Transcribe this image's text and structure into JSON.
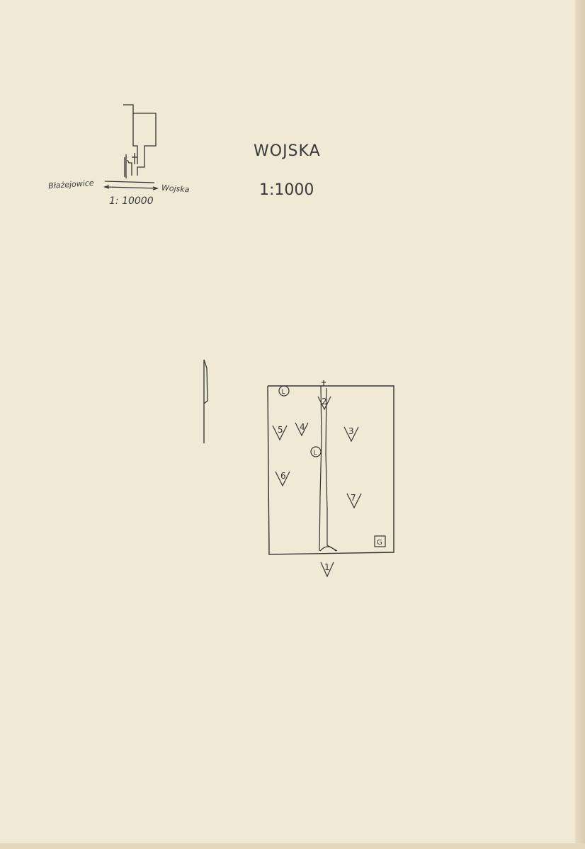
{
  "document": {
    "title": "WOJSKA",
    "scale": "1:1000"
  },
  "location_sketch": {
    "label_left": "Błażejowice",
    "label_right": "Wojska",
    "scale": "1: 10000"
  },
  "plan": {
    "markers": [
      "1",
      "2",
      "3",
      "4",
      "5",
      "6",
      "7"
    ],
    "symbols": {
      "l_symbol": "L",
      "g_symbol": "G"
    }
  },
  "colors": {
    "paper": "#f0e9d6",
    "ink": "#333333"
  }
}
